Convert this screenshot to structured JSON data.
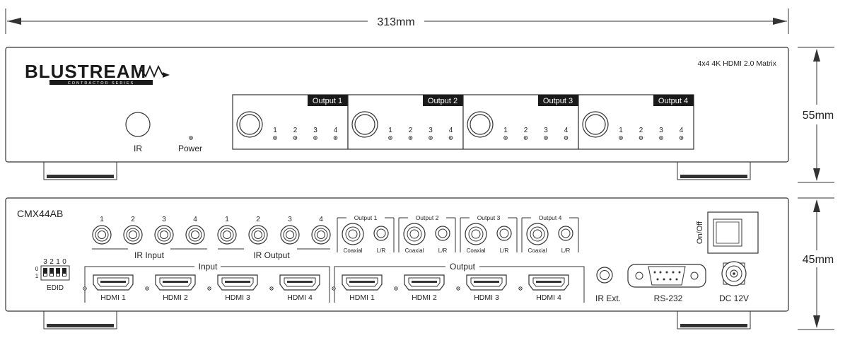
{
  "dimensions": {
    "width": "313mm",
    "front_height": "55mm",
    "rear_height": "45mm"
  },
  "front": {
    "logo": {
      "wordmark": "BLUSTREAM",
      "subline": "CONTRACTOR SERIES"
    },
    "product_title": "4x4 4K HDMI 2.0 Matrix",
    "ir_label": "IR",
    "power_label": "Power",
    "outputs": [
      {
        "label": "Output 1",
        "leds": [
          "1",
          "2",
          "3",
          "4"
        ]
      },
      {
        "label": "Output 2",
        "leds": [
          "1",
          "2",
          "3",
          "4"
        ]
      },
      {
        "label": "Output 3",
        "leds": [
          "1",
          "2",
          "3",
          "4"
        ]
      },
      {
        "label": "Output 4",
        "leds": [
          "1",
          "2",
          "3",
          "4"
        ]
      }
    ]
  },
  "rear": {
    "model": "CMX44AB",
    "ir_input": {
      "label": "IR Input",
      "ports": [
        "1",
        "2",
        "3",
        "4"
      ]
    },
    "ir_output": {
      "label": "IR Output",
      "ports": [
        "1",
        "2",
        "3",
        "4"
      ]
    },
    "audio_outputs": [
      {
        "label": "Output 1",
        "coax": "Coaxial",
        "lr": "L/R"
      },
      {
        "label": "Output 2",
        "coax": "Coaxial",
        "lr": "L/R"
      },
      {
        "label": "Output 3",
        "coax": "Coaxial",
        "lr": "L/R"
      },
      {
        "label": "Output 4",
        "coax": "Coaxial",
        "lr": "L/R"
      }
    ],
    "edid": {
      "label": "EDID",
      "bits": [
        "3",
        "2",
        "1",
        "0"
      ],
      "levels": [
        "0",
        "1"
      ]
    },
    "hdmi_input": {
      "label": "Input",
      "ports": [
        "HDMI 1",
        "HDMI 2",
        "HDMI 3",
        "HDMI 4"
      ]
    },
    "hdmi_output": {
      "label": "Output",
      "ports": [
        "HDMI 1",
        "HDMI 2",
        "HDMI 3",
        "HDMI 4"
      ]
    },
    "ir_ext": "IR Ext.",
    "rs232": "RS-232",
    "dc": "DC 12V",
    "power_switch": "On/Off"
  }
}
